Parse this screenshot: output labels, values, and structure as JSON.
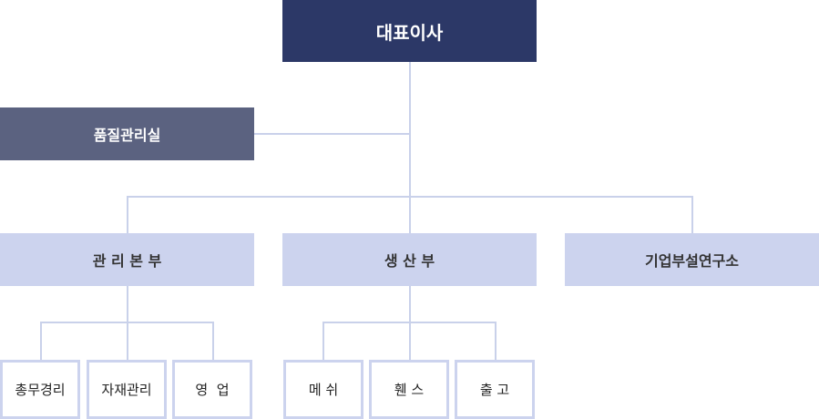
{
  "ceo": "대표이사",
  "quality": "품질관리실",
  "divisions": {
    "management": "관 리 본 부",
    "production": "생 산 부",
    "research": "기업부설연구소"
  },
  "teams": {
    "management": [
      "총무경리",
      "자재관리",
      "영  업"
    ],
    "production": [
      "메 쉬",
      "휀 스",
      "출 고"
    ]
  },
  "colors": {
    "ceo": "#2c3867",
    "quality": "#5b6280",
    "division": "#ccd3ee",
    "connector": "#c9d1ea"
  }
}
